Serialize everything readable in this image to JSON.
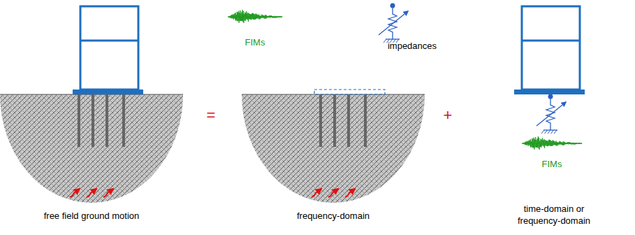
{
  "diagram": {
    "labels": [
      "=",
      "FIMs",
      "impedances",
      "+",
      "free field ground motion",
      "frequency-domain",
      "FIMs",
      "time-domain or frequency-domain"
    ]
  }
}
